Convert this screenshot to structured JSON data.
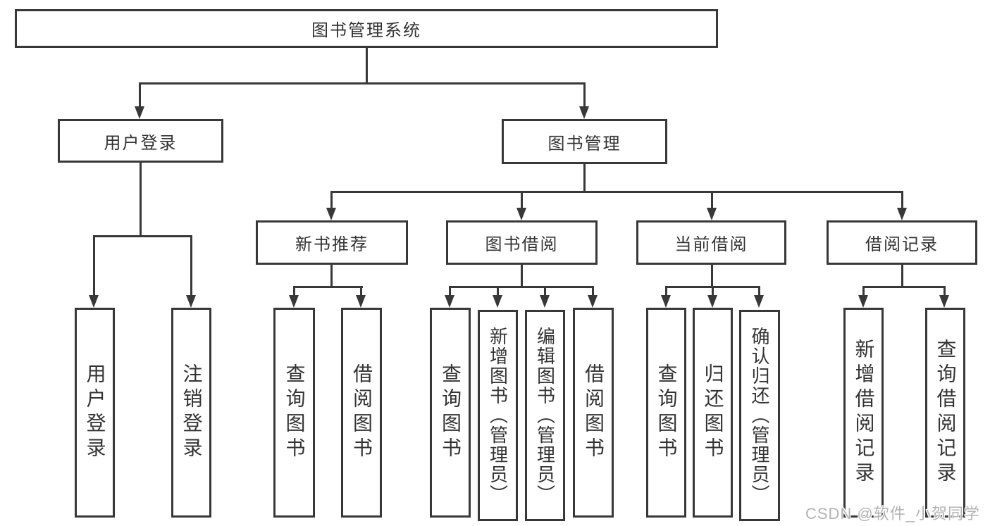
{
  "diagram": {
    "type": "hierarchy-tree",
    "nodes": {
      "root": "图书管理系统",
      "user_login": "用户登录",
      "book_mgmt": "图书管理",
      "new_book_rec": "新书推荐",
      "book_borrow": "图书借阅",
      "current_borrow": "当前借阅",
      "borrow_record": "借阅记录",
      "leaf_user_login": "用户登录",
      "leaf_logout": "注销登录",
      "leaf_query_book_1": "查询图书",
      "leaf_borrow_book_1": "借阅图书",
      "leaf_query_book_2": "查询图书",
      "leaf_add_book": "新增图书（管理员）",
      "leaf_edit_book": "编辑图书（管理员）",
      "leaf_borrow_book_2": "借阅图书",
      "leaf_query_book_3": "查询图书",
      "leaf_return_book": "归还图书",
      "leaf_confirm_return": "确认归还（管理员）",
      "leaf_add_record": "新增借阅记录",
      "leaf_query_record": "查询借阅记录"
    },
    "edges": [
      [
        "图书管理系统",
        "用户登录"
      ],
      [
        "图书管理系统",
        "图书管理"
      ],
      [
        "用户登录",
        "用户登录(叶)"
      ],
      [
        "用户登录",
        "注销登录"
      ],
      [
        "图书管理",
        "新书推荐"
      ],
      [
        "图书管理",
        "图书借阅"
      ],
      [
        "图书管理",
        "当前借阅"
      ],
      [
        "图书管理",
        "借阅记录"
      ],
      [
        "新书推荐",
        "查询图书"
      ],
      [
        "新书推荐",
        "借阅图书"
      ],
      [
        "图书借阅",
        "查询图书"
      ],
      [
        "图书借阅",
        "新增图书（管理员）"
      ],
      [
        "图书借阅",
        "编辑图书（管理员）"
      ],
      [
        "图书借阅",
        "借阅图书"
      ],
      [
        "当前借阅",
        "查询图书"
      ],
      [
        "当前借阅",
        "归还图书"
      ],
      [
        "当前借阅",
        "确认归还（管理员）"
      ],
      [
        "借阅记录",
        "新增借阅记录"
      ],
      [
        "借阅记录",
        "查询借阅记录"
      ]
    ]
  },
  "watermark": {
    "text": "CSDN @软件_小贺同学"
  },
  "colors": {
    "line": "#383838",
    "text": "#333333",
    "background": "#ffffff",
    "watermark": "#b3b3b3"
  }
}
